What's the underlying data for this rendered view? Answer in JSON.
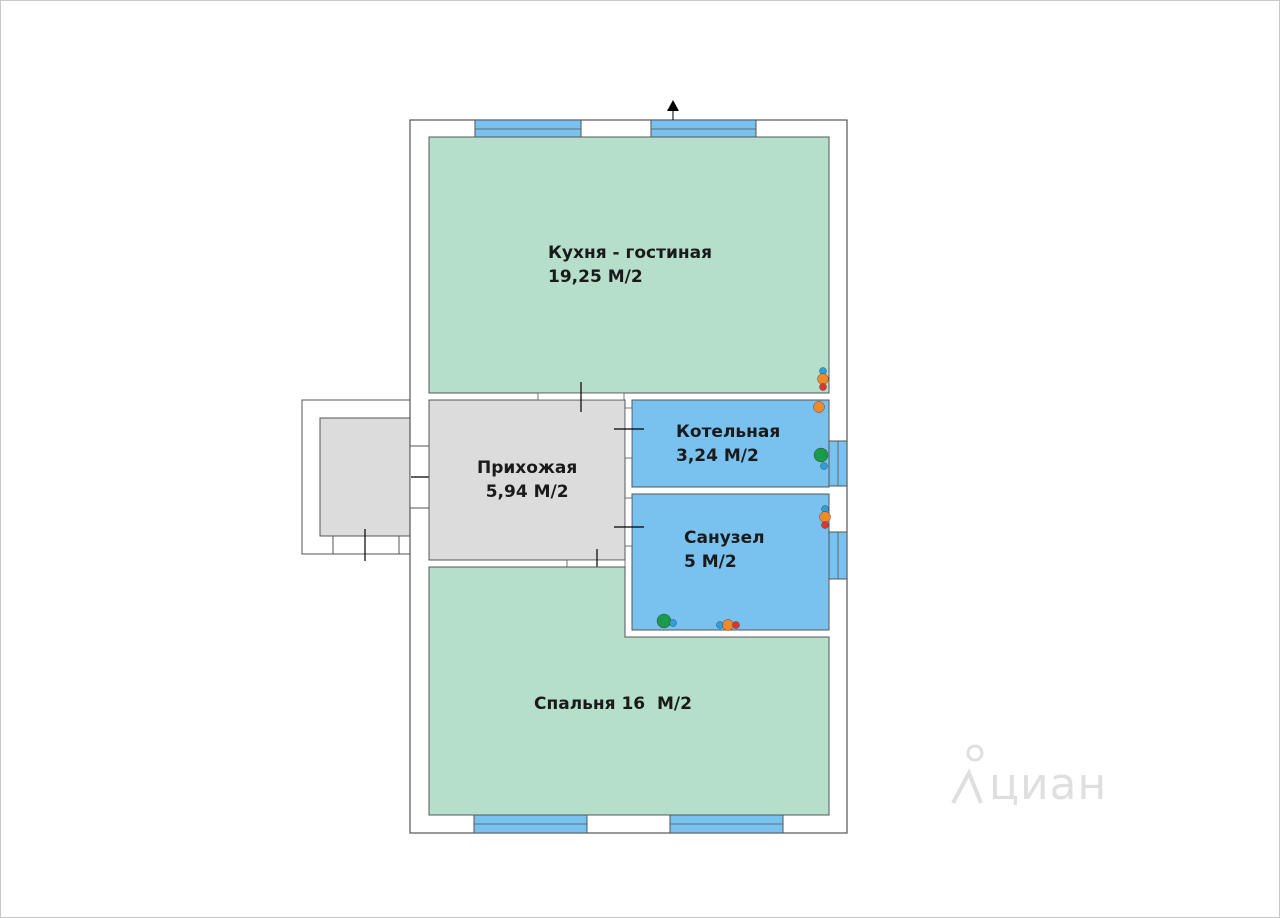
{
  "rooms": {
    "kitchen": {
      "name": "Кухня - гостиная",
      "area": "19,25 М/2"
    },
    "hall": {
      "name": "Прихожая",
      "area": "5,94 М/2"
    },
    "boiler": {
      "name": "Котельная",
      "area": "3,24 М/2"
    },
    "bathroom": {
      "name": "Санузел",
      "area": "5 М/2"
    },
    "bedroom": {
      "label": "Спальня 16  М/2"
    }
  },
  "watermark": {
    "brand": "циан"
  },
  "colors": {
    "living_rooms": "#b5dfca",
    "hall": "#dcdcdc",
    "wet_rooms": "#79c2ef",
    "windows": "#79c2ef",
    "wall_outline": "#555555",
    "gas": "#f0892a",
    "water_cold": "#2b9fe0",
    "water_hot": "#e0352b",
    "sewer": "#1a9a4a"
  },
  "icons": {
    "north_arrow": "north-arrow-icon"
  }
}
